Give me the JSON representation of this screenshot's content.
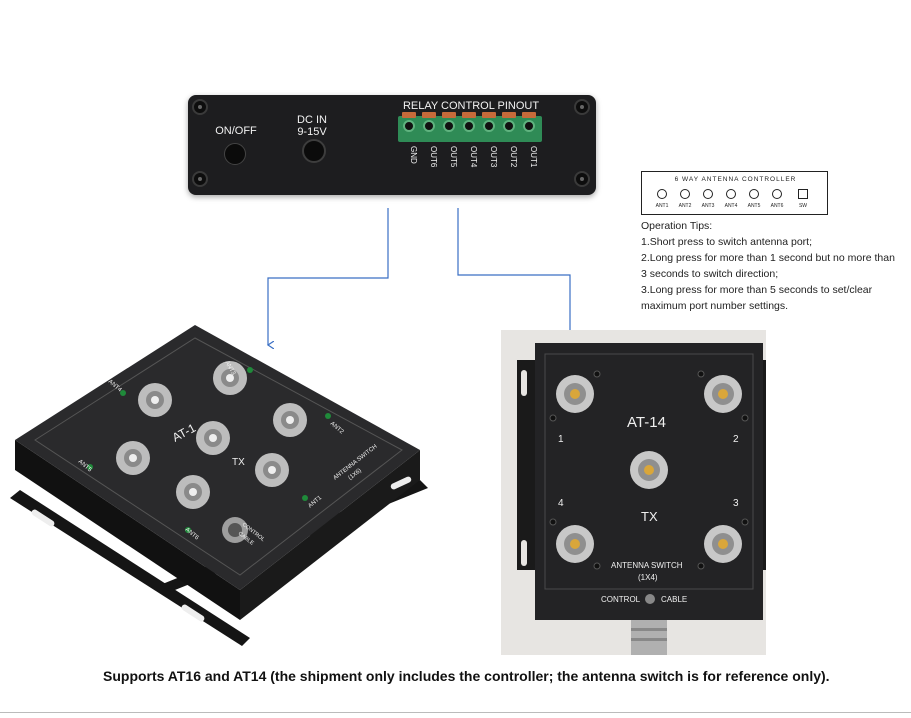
{
  "controller": {
    "on_off": "ON/OFF",
    "dc_in_1": "DC IN",
    "dc_in_2": "9-15V",
    "relay_title": "RELAY CONTROL PINOUT",
    "pins": [
      "GND",
      "OUT6",
      "OUT5",
      "OUT4",
      "OUT3",
      "OUT2",
      "OUT1"
    ]
  },
  "panel": {
    "title": "6 WAY ANTENNA CONTROLLER",
    "buttons": [
      "ANT1",
      "ANT2",
      "ANT3",
      "ANT4",
      "ANT5",
      "ANT6",
      "SW"
    ]
  },
  "tips": {
    "heading": "Operation Tips:",
    "lines": [
      "1.Short press to switch antenna port;",
      "2.Long press for more than 1 second but no more than",
      "3 seconds to switch direction;",
      "3.Long press for more than 5 seconds to set/clear",
      "maximum port number settings."
    ]
  },
  "at16": {
    "model": "AT-1",
    "tx": "TX",
    "ports": [
      "ANT1",
      "ANT2",
      "ANT3",
      "ANT4",
      "ANT5",
      "ANT6"
    ],
    "switch_label": "ANTENNA SWITCH",
    "switch_sub": "(1X6)",
    "control_1": "CONTROL",
    "control_2": "CABLE"
  },
  "at14": {
    "model": "AT-14",
    "tx": "TX",
    "ports": [
      "1",
      "2",
      "3",
      "4"
    ],
    "switch_label": "ANTENNA SWITCH",
    "switch_sub": "(1X4)",
    "control": "CONTROL",
    "cable": "CABLE"
  },
  "caption": "Supports AT16 and AT14 (the shipment only includes the controller; the antenna switch is for reference only).",
  "colors": {
    "arrow": "#3a6fc4",
    "device": "#1d1d1f",
    "terminal": "#2f8b56",
    "led": "#1f8a3a"
  }
}
